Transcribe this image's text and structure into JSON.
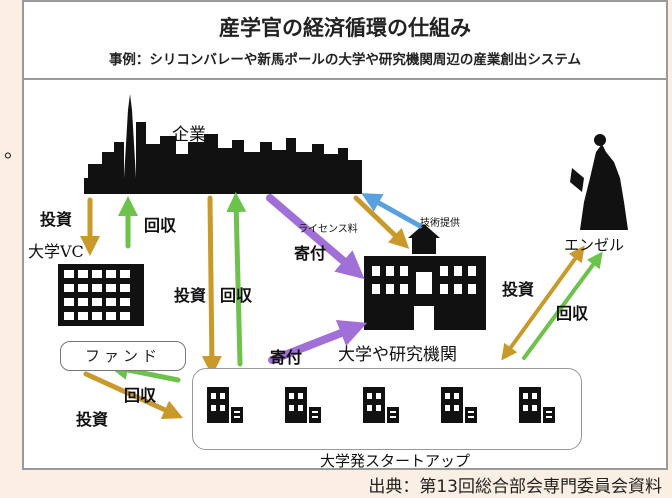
{
  "edge_char": "。",
  "title": "産学官の経済循環の仕組み",
  "subtitle": "事例：シリコンバレーや新馬ポールの大学や研究機関周辺の産業創出システム",
  "source": "出典：第13回総合部会専門委員会資料",
  "nodes": {
    "company": "企業",
    "university_vc": "大学VC",
    "fund": "ファンド",
    "university": "大学や研究機関",
    "angel": "エンゼル",
    "startups": "大学発スタートアップ"
  },
  "arrow_labels": {
    "invest_vc": "投資",
    "collect_vc": "回収",
    "invest_startup": "投資",
    "collect_startup": "回収",
    "donation_company": "寄付",
    "license_fee": "ライセンス料",
    "tech_provision": "技術提供",
    "donation_startup": "寄付",
    "invest_angel": "投資",
    "collect_angel": "回収",
    "invest_fund": "投資",
    "collect_fund": "回収"
  },
  "colors": {
    "invest": "#c99a2a",
    "collect": "#6cc24a",
    "donation": "#a070d8",
    "tech": "#5aa0e0",
    "silhouette": "#111111"
  }
}
